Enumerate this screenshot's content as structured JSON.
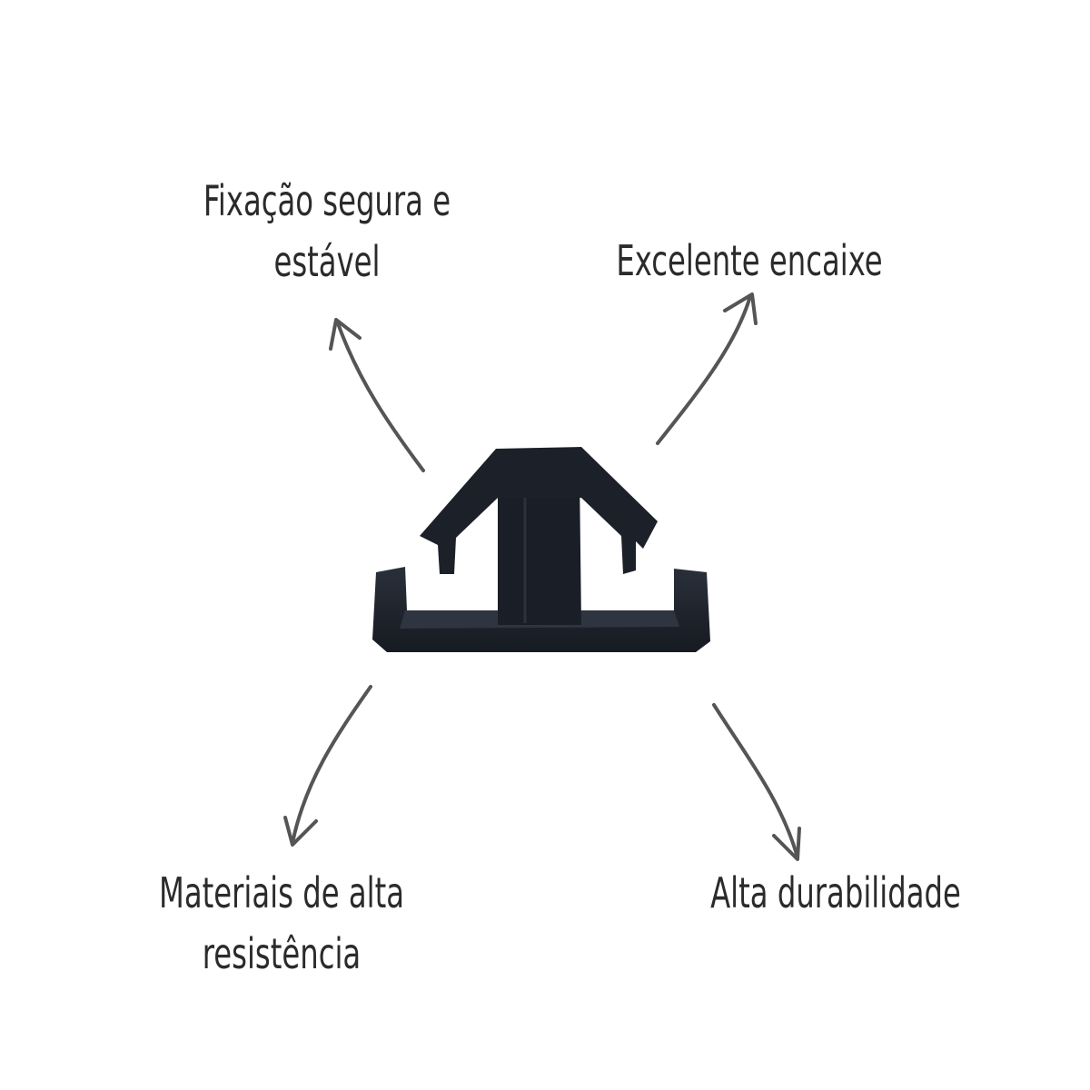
{
  "features": {
    "top_left": {
      "lines": [
        "Fixação segura e",
        "estável"
      ]
    },
    "top_right": {
      "lines": [
        "Excelente encaixe"
      ]
    },
    "bottom_left": {
      "lines": [
        "Materiais de alta",
        "resistência"
      ]
    },
    "bottom_right": {
      "lines": [
        "Alta durabilidade"
      ]
    }
  },
  "colors": {
    "text": "#2b2b2b",
    "arrow": "#555555",
    "product": "#1b1f27",
    "background": "#ffffff"
  },
  "icons": {
    "product": "plastic-clip-fastener",
    "arrows": "curved-arrow-icon"
  }
}
